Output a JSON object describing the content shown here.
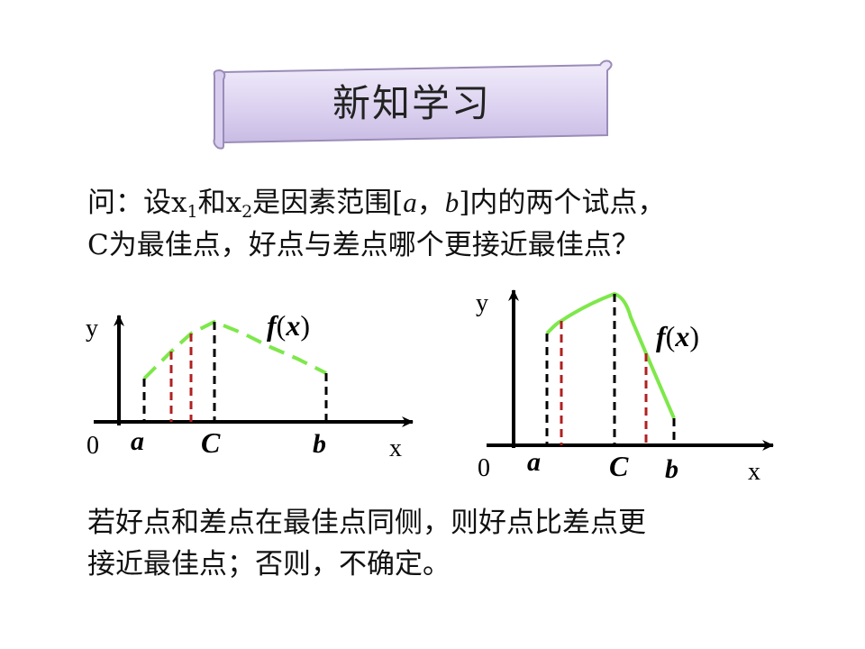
{
  "banner": {
    "title": "新知学习"
  },
  "question": {
    "l1_p1": "问：设x",
    "s1": "1",
    "l1_p2": "和x",
    "s2": "2",
    "l1_p3": "是因素范围[",
    "a": "a",
    "comma": "，",
    "b": "b",
    "l1_p4": "]内的两个试点，",
    "line2": "C为最佳点，好点与差点哪个更接近最佳点？"
  },
  "conclusion": {
    "line1": "若好点和差点在最佳点同侧，则好点比差点更",
    "line2": "接近最佳点；否则，不确定。"
  },
  "graph_left": {
    "y_label": "y",
    "x_label": "x",
    "origin": "0",
    "a_label": "a",
    "c_label": "C",
    "b_label": "b",
    "f_label": "f",
    "fx_open": "(",
    "fx_var": "x",
    "fx_close": ")"
  },
  "graph_right": {
    "y_label": "y",
    "x_label": "x",
    "origin": "0",
    "a_label": "a",
    "c_label": "C",
    "b_label": "b",
    "f_label": "f",
    "fx_open": "(",
    "fx_var": "x",
    "fx_close": ")"
  },
  "colors": {
    "curve": "#7ee84a",
    "optimum_line": "#000000",
    "trial_line": "#b02020",
    "banner_fill": "#dcd2f0",
    "banner_border": "#9a8cb8"
  }
}
